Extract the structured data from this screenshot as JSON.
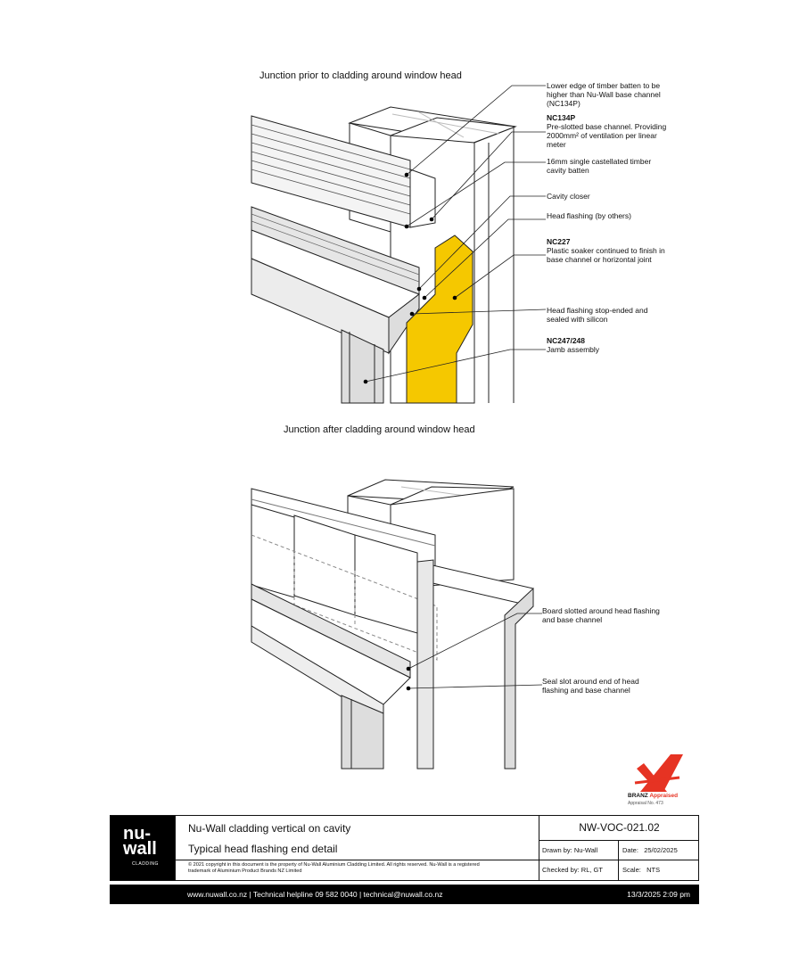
{
  "top": {
    "heading": "Junction prior to cladding around window head",
    "notes": [
      {
        "code": "",
        "text": "Lower edge of timber batten to be higher than Nu-Wall base channel (NC134P)"
      },
      {
        "code": "NC134P",
        "text": "Pre-slotted base channel. Providing 2000mm² of ventilation per linear meter"
      },
      {
        "code": "",
        "text": "16mm single castellated timber cavity batten"
      },
      {
        "code": "",
        "text": "Cavity closer"
      },
      {
        "code": "",
        "text": "Head flashing (by others)"
      },
      {
        "code": "NC227",
        "text": "Plastic soaker continued to finish in base channel or horizontal joint"
      },
      {
        "code": "",
        "text": "Head flashing stop-ended and sealed with silicon"
      },
      {
        "code": "NC247/248",
        "text": "Jamb assembly"
      }
    ]
  },
  "bottom": {
    "heading": "Junction after cladding around window head",
    "notes": [
      {
        "text": "Board slotted around head flashing and base channel"
      },
      {
        "text": "Seal slot around end of head flashing and base channel"
      }
    ]
  },
  "badge": {
    "brand": "BRANZ",
    "label": "Appraised",
    "sub": "Appraisal No. 473",
    "color": "#e63323"
  },
  "title_block": {
    "logo_line1": "nu-",
    "logo_line2": "wall",
    "logo_sub": "CLADDING",
    "title1": "Nu-Wall cladding vertical on cavity",
    "title2": "Typical head flashing end detail",
    "copyright": "© 2021 copyright in this document is the property of Nu-Wall Aluminium Cladding Limited. All rights reserved. Nu-Wall is a registered trademark of Aluminium Product Brands NZ Limited",
    "drawing_no": "NW-VOC-021.02",
    "drawn_by": "Drawn by: Nu-Wall",
    "date_label": "Date:",
    "date": "25/02/2025",
    "checked_by": "Checked by: RL, GT",
    "scale_label": "Scale:",
    "scale": "NTS"
  },
  "footer": {
    "contact": "www.nuwall.co.nz  |  Technical helpline 09 582 0040  |  technical@nuwall.co.nz",
    "timestamp": "13/3/2025 2:09 pm"
  },
  "colors": {
    "soaker": "#f5c800",
    "brand": "#e63323"
  }
}
